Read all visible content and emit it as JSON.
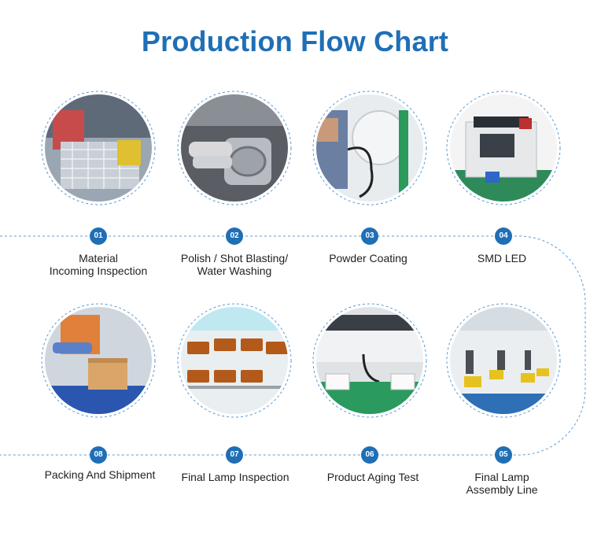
{
  "title": "Production Flow Chart",
  "colors": {
    "accent": "#1f6fb6",
    "dashed_line": "#5b9bd5",
    "text": "#222222"
  },
  "steps": [
    {
      "number": "01",
      "label_lines": [
        "Material",
        "Incoming Inspection"
      ]
    },
    {
      "number": "02",
      "label_lines": [
        "Polish / Shot Blasting/",
        "Water Washing"
      ]
    },
    {
      "number": "03",
      "label_lines": [
        "Powder Coating"
      ]
    },
    {
      "number": "04",
      "label_lines": [
        "SMD LED"
      ]
    },
    {
      "number": "05",
      "label_lines": [
        "Final Lamp",
        "Assembly Line"
      ]
    },
    {
      "number": "06",
      "label_lines": [
        "Product Aging Test"
      ]
    },
    {
      "number": "07",
      "label_lines": [
        "Final Lamp Inspection"
      ]
    },
    {
      "number": "08",
      "label_lines": [
        "Packing And Shipment"
      ]
    }
  ]
}
